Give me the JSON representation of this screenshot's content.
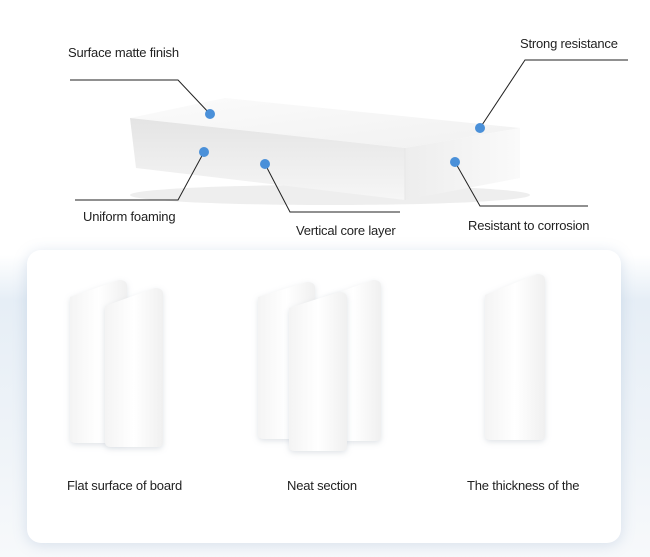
{
  "callouts": {
    "surface_matte_finish": "Surface matte finish",
    "strong_resistance": "Strong resistance",
    "uniform_foaming": "Uniform foaming",
    "vertical_core_layer": "Vertical core layer",
    "resistant_to_corrosion": "Resistant to corrosion"
  },
  "features": [
    {
      "caption": "Flat surface of board",
      "icon": "two-boards-icon"
    },
    {
      "caption": "Neat section",
      "icon": "three-boards-icon"
    },
    {
      "caption": "The thickness of the",
      "icon": "single-board-icon"
    }
  ],
  "colors": {
    "accent_dot": "#4a90d9",
    "leader_line": "#222222",
    "board_white": "#ffffff",
    "board_shadow": "#e2e2e2"
  }
}
